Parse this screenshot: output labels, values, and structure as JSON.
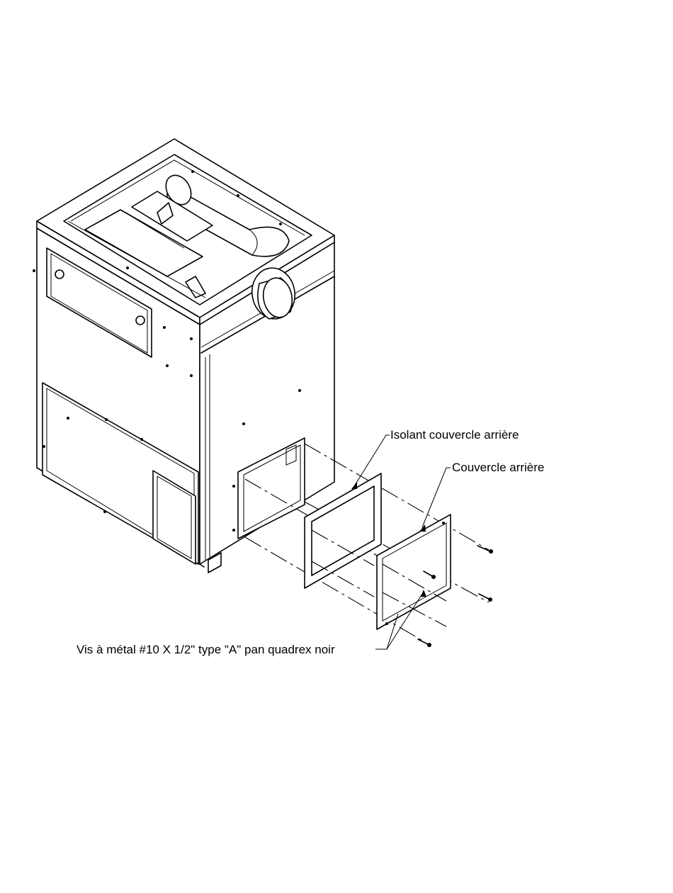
{
  "labels": {
    "insulation": "Isolant couvercle arrière",
    "cover": "Couvercle arrière",
    "screws": "Vis à métal #10  X 1/2\" type \"A\" pan quadrex noir"
  }
}
